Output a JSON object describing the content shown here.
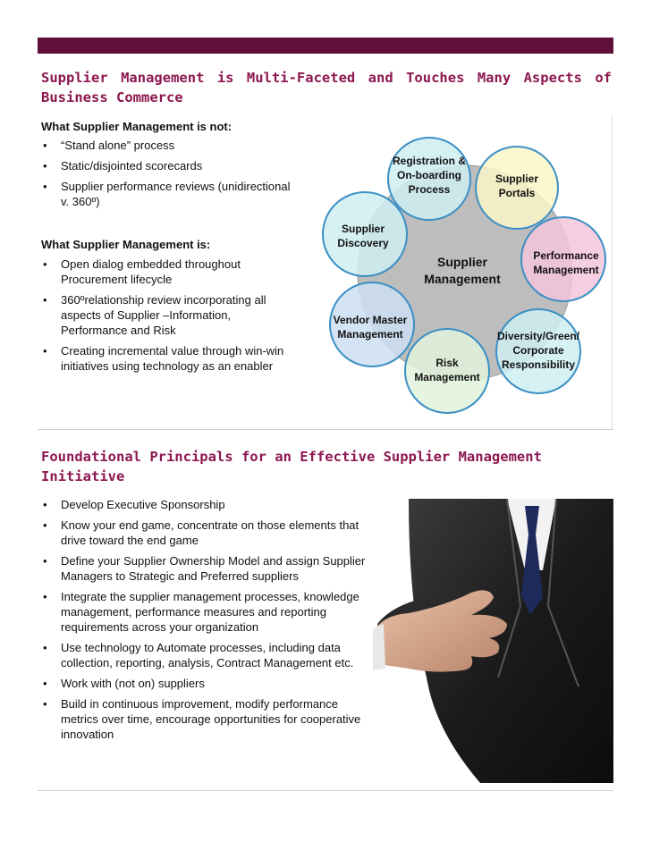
{
  "section1": {
    "title": "Supplier Management is Multi-Faceted and Touches Many Aspects of Business Commerce",
    "not_heading": "What Supplier Management is not:",
    "not_items": [
      "“Stand alone” process",
      "Static/disjointed scorecards",
      "Supplier performance reviews (unidirectional v. 360º)"
    ],
    "is_heading": "What Supplier Management is:",
    "is_items": [
      "Open dialog embedded throughout Procurement lifecycle",
      "360ºrelationship review incorporating all aspects of Supplier –Information, Performance and Risk",
      "Creating incremental value through win-win initiatives using technology as an enabler"
    ]
  },
  "diagram": {
    "center": [
      "Supplier",
      "Management"
    ],
    "nodes": [
      {
        "lines": [
          "Registration &",
          "On-boarding",
          "Process"
        ],
        "color": "#cfeff2"
      },
      {
        "lines": [
          "Supplier",
          "Portals"
        ],
        "color": "#faf6c8"
      },
      {
        "lines": [
          "Performance",
          "Management"
        ],
        "color": "#f5c6dd"
      },
      {
        "lines": [
          "Diversity/Green/",
          "Corporate",
          "Responsibility"
        ],
        "color": "#cfeff2"
      },
      {
        "lines": [
          "Risk",
          "Management"
        ],
        "color": "#e2f3dc"
      },
      {
        "lines": [
          "Vendor Master",
          "Management"
        ],
        "color": "#cddff3"
      },
      {
        "lines": [
          "Supplier",
          "Discovery"
        ],
        "color": "#cfeff2"
      }
    ]
  },
  "section2": {
    "title": "Foundational Principals for an Effective Supplier Management Initiative",
    "items": [
      "Develop Executive Sponsorship",
      "Know your end game, concentrate on those elements that drive toward the end game",
      "Define your Supplier Ownership Model and assign Supplier Managers to Strategic and Preferred suppliers",
      "Integrate the supplier management processes, knowledge management, performance measures and reporting requirements across your organization",
      "Use technology to Automate processes, including data collection, reporting, analysis, Contract Management etc.",
      "Work with (not on) suppliers",
      "Build in continuous improvement, modify performance metrics over time, encourage opportunities for cooperative innovation"
    ]
  },
  "colors": {
    "accent": "#8c1850",
    "bar": "#5e1038"
  }
}
